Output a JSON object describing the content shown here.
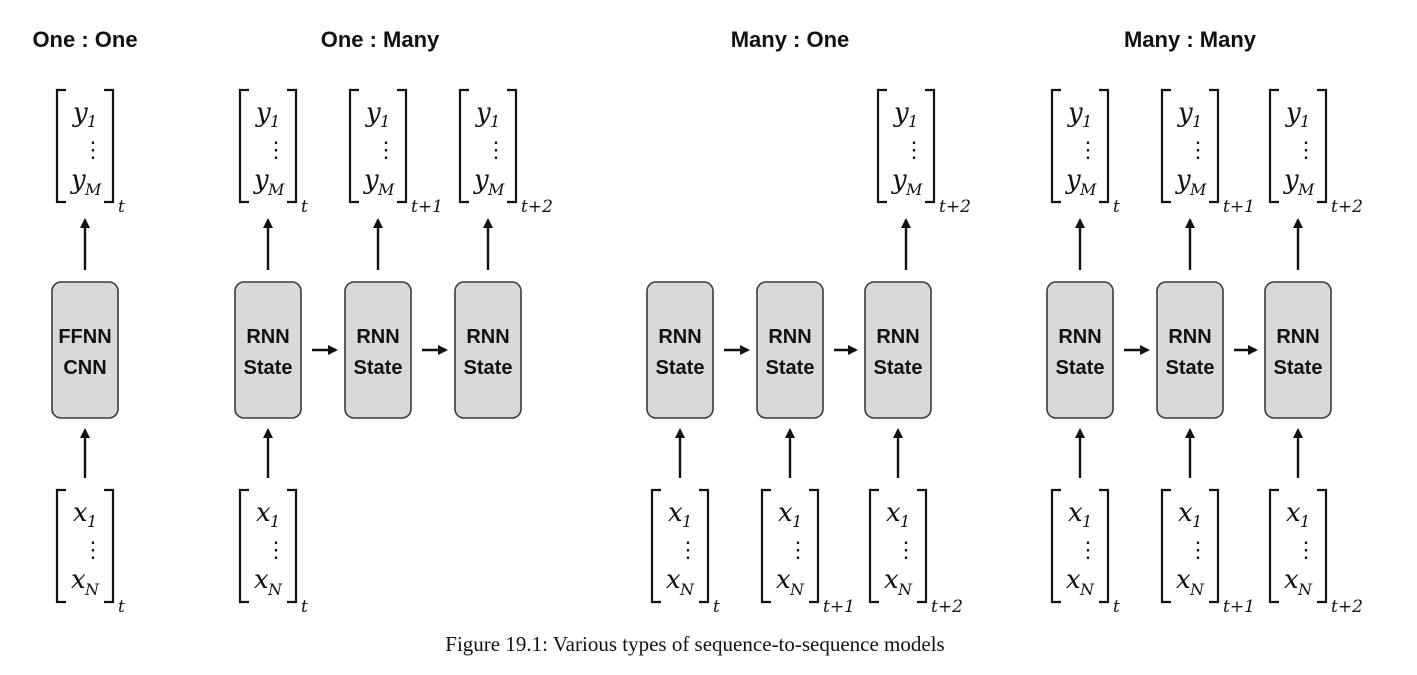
{
  "titles": {
    "one_one": "One : One",
    "one_many": "One : Many",
    "many_one": "Many : One",
    "many_many": "Many : Many"
  },
  "box_labels": {
    "ffnn": "FFNN",
    "cnn": "CNN",
    "rnn": "RNN",
    "state": "State"
  },
  "vector_output": {
    "first": "y",
    "first_sub": "1",
    "last": "y",
    "last_sub": "M"
  },
  "vector_input": {
    "first": "x",
    "first_sub": "1",
    "last": "x",
    "last_sub": "N"
  },
  "time_indices": {
    "t0": "t",
    "t1": "t+1",
    "t2": "t+2"
  },
  "caption": "Figure 19.1: Various types of sequence-to-sequence models"
}
